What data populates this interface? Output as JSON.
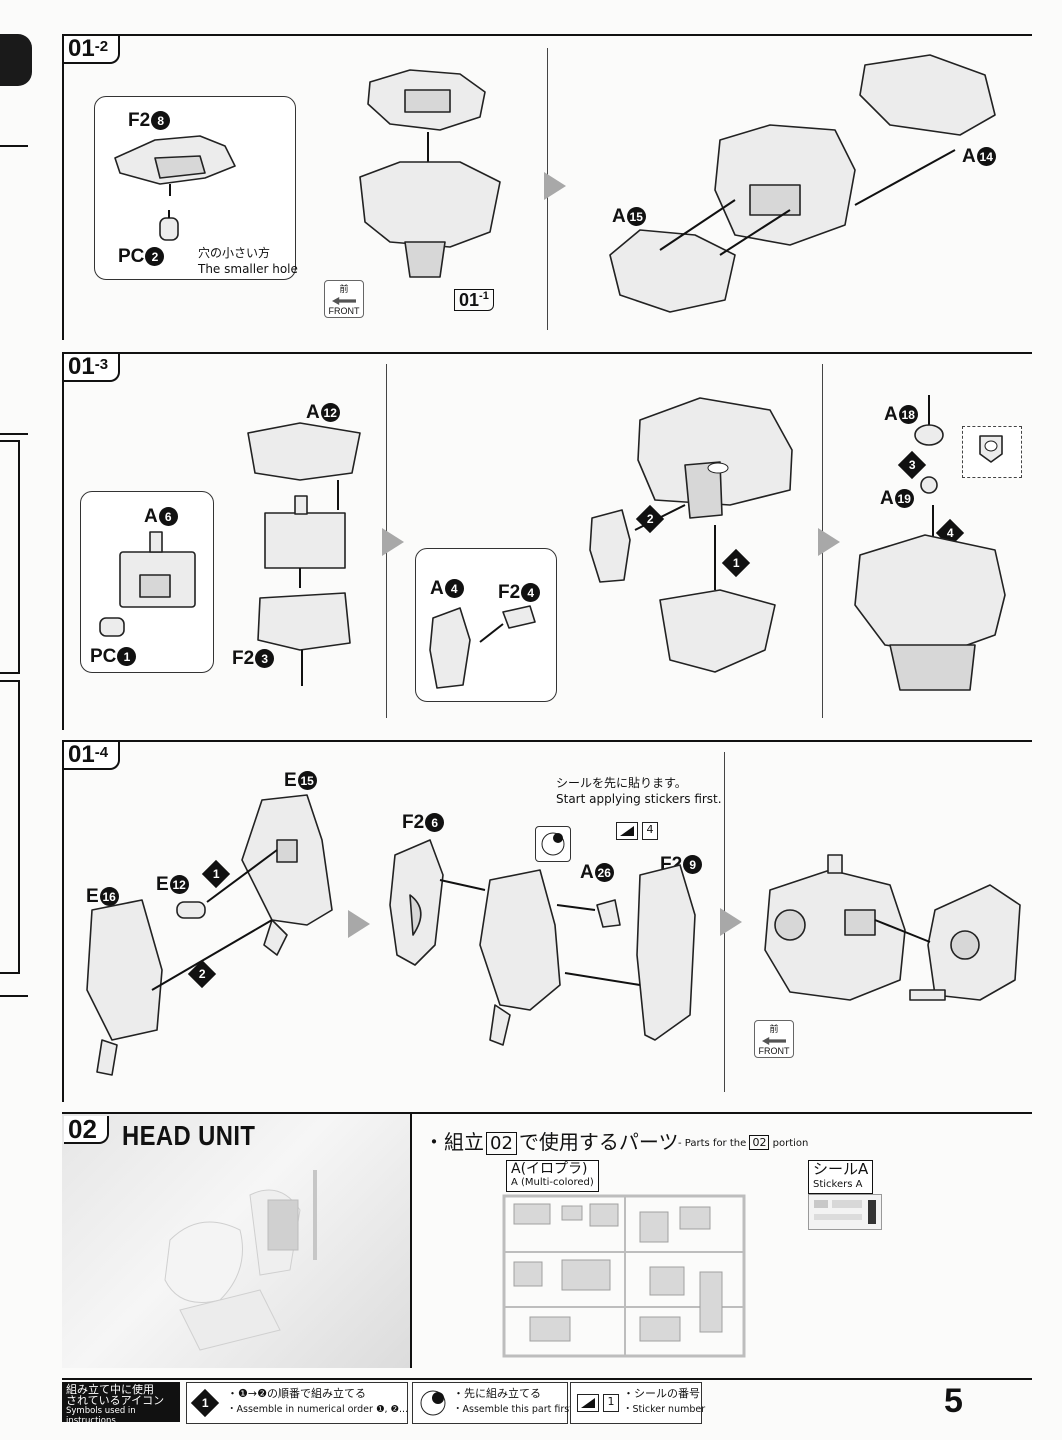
{
  "page_number": "5",
  "steps": {
    "s012": {
      "label_main": "01",
      "label_sub": "-2",
      "callout_part": "F2",
      "callout_part_num": "8",
      "pc_part": "PC",
      "pc_num": "2",
      "hole_jp": "穴の小さい方",
      "hole_en": "The smaller hole",
      "front_jp": "前",
      "front_en": "FRONT",
      "ref_main": "01",
      "ref_sub": "-1",
      "part_a14": "A",
      "part_a14_num": "14",
      "part_a15": "A",
      "part_a15_num": "15"
    },
    "s013": {
      "label_main": "01",
      "label_sub": "-3",
      "a12": "A",
      "a12_num": "12",
      "a6": "A",
      "a6_num": "6",
      "pc1": "PC",
      "pc1_num": "1",
      "f23": "F2",
      "f23_num": "3",
      "a4": "A",
      "a4_num": "4",
      "f24": "F2",
      "f24_num": "4",
      "a18": "A",
      "a18_num": "18",
      "a19": "A",
      "a19_num": "19",
      "order_1": "1",
      "order_2": "2",
      "order_3": "3",
      "order_4": "4"
    },
    "s014": {
      "label_main": "01",
      "label_sub": "-4",
      "e15": "E",
      "e15_num": "15",
      "e12": "E",
      "e12_num": "12",
      "e16": "E",
      "e16_num": "16",
      "f26": "F2",
      "f26_num": "6",
      "a26": "A",
      "a26_num": "26",
      "f29": "F2",
      "f29_num": "9",
      "sticker_jp": "シールを先に貼ります。",
      "sticker_en": "Start applying stickers first.",
      "sticker_num": "4",
      "order_1": "1",
      "order_2": "2",
      "front_jp": "前",
      "front_en": "FRONT"
    }
  },
  "head_unit": {
    "num": "02",
    "title": "HEAD UNIT",
    "parts_prefix": "・組立",
    "parts_num": "02",
    "parts_suffix": "で使用するパーツ",
    "parts_en_prefix": "- Parts for the",
    "parts_en_num": "02",
    "parts_en_suffix": "portion",
    "runner_jp": "A(イロプラ)",
    "runner_en": "A (Multi-colored)",
    "sticker_jp": "シールA",
    "sticker_en": "Stickers A"
  },
  "legend": {
    "title_jp_1": "組み立て中に使用",
    "title_jp_2": "されているアイコン",
    "title_en": "Symbols used in instructions",
    "item1_jp": "・❶→❷の順番で組み立てる",
    "item1_en": "・Assemble in numerical order ❶, ❷...",
    "item2_jp": "・先に組み立てる",
    "item2_en": "・Assemble this part first.",
    "item3_num": "1",
    "item3_jp": "・シールの番号",
    "item3_en": "・Sticker number"
  }
}
